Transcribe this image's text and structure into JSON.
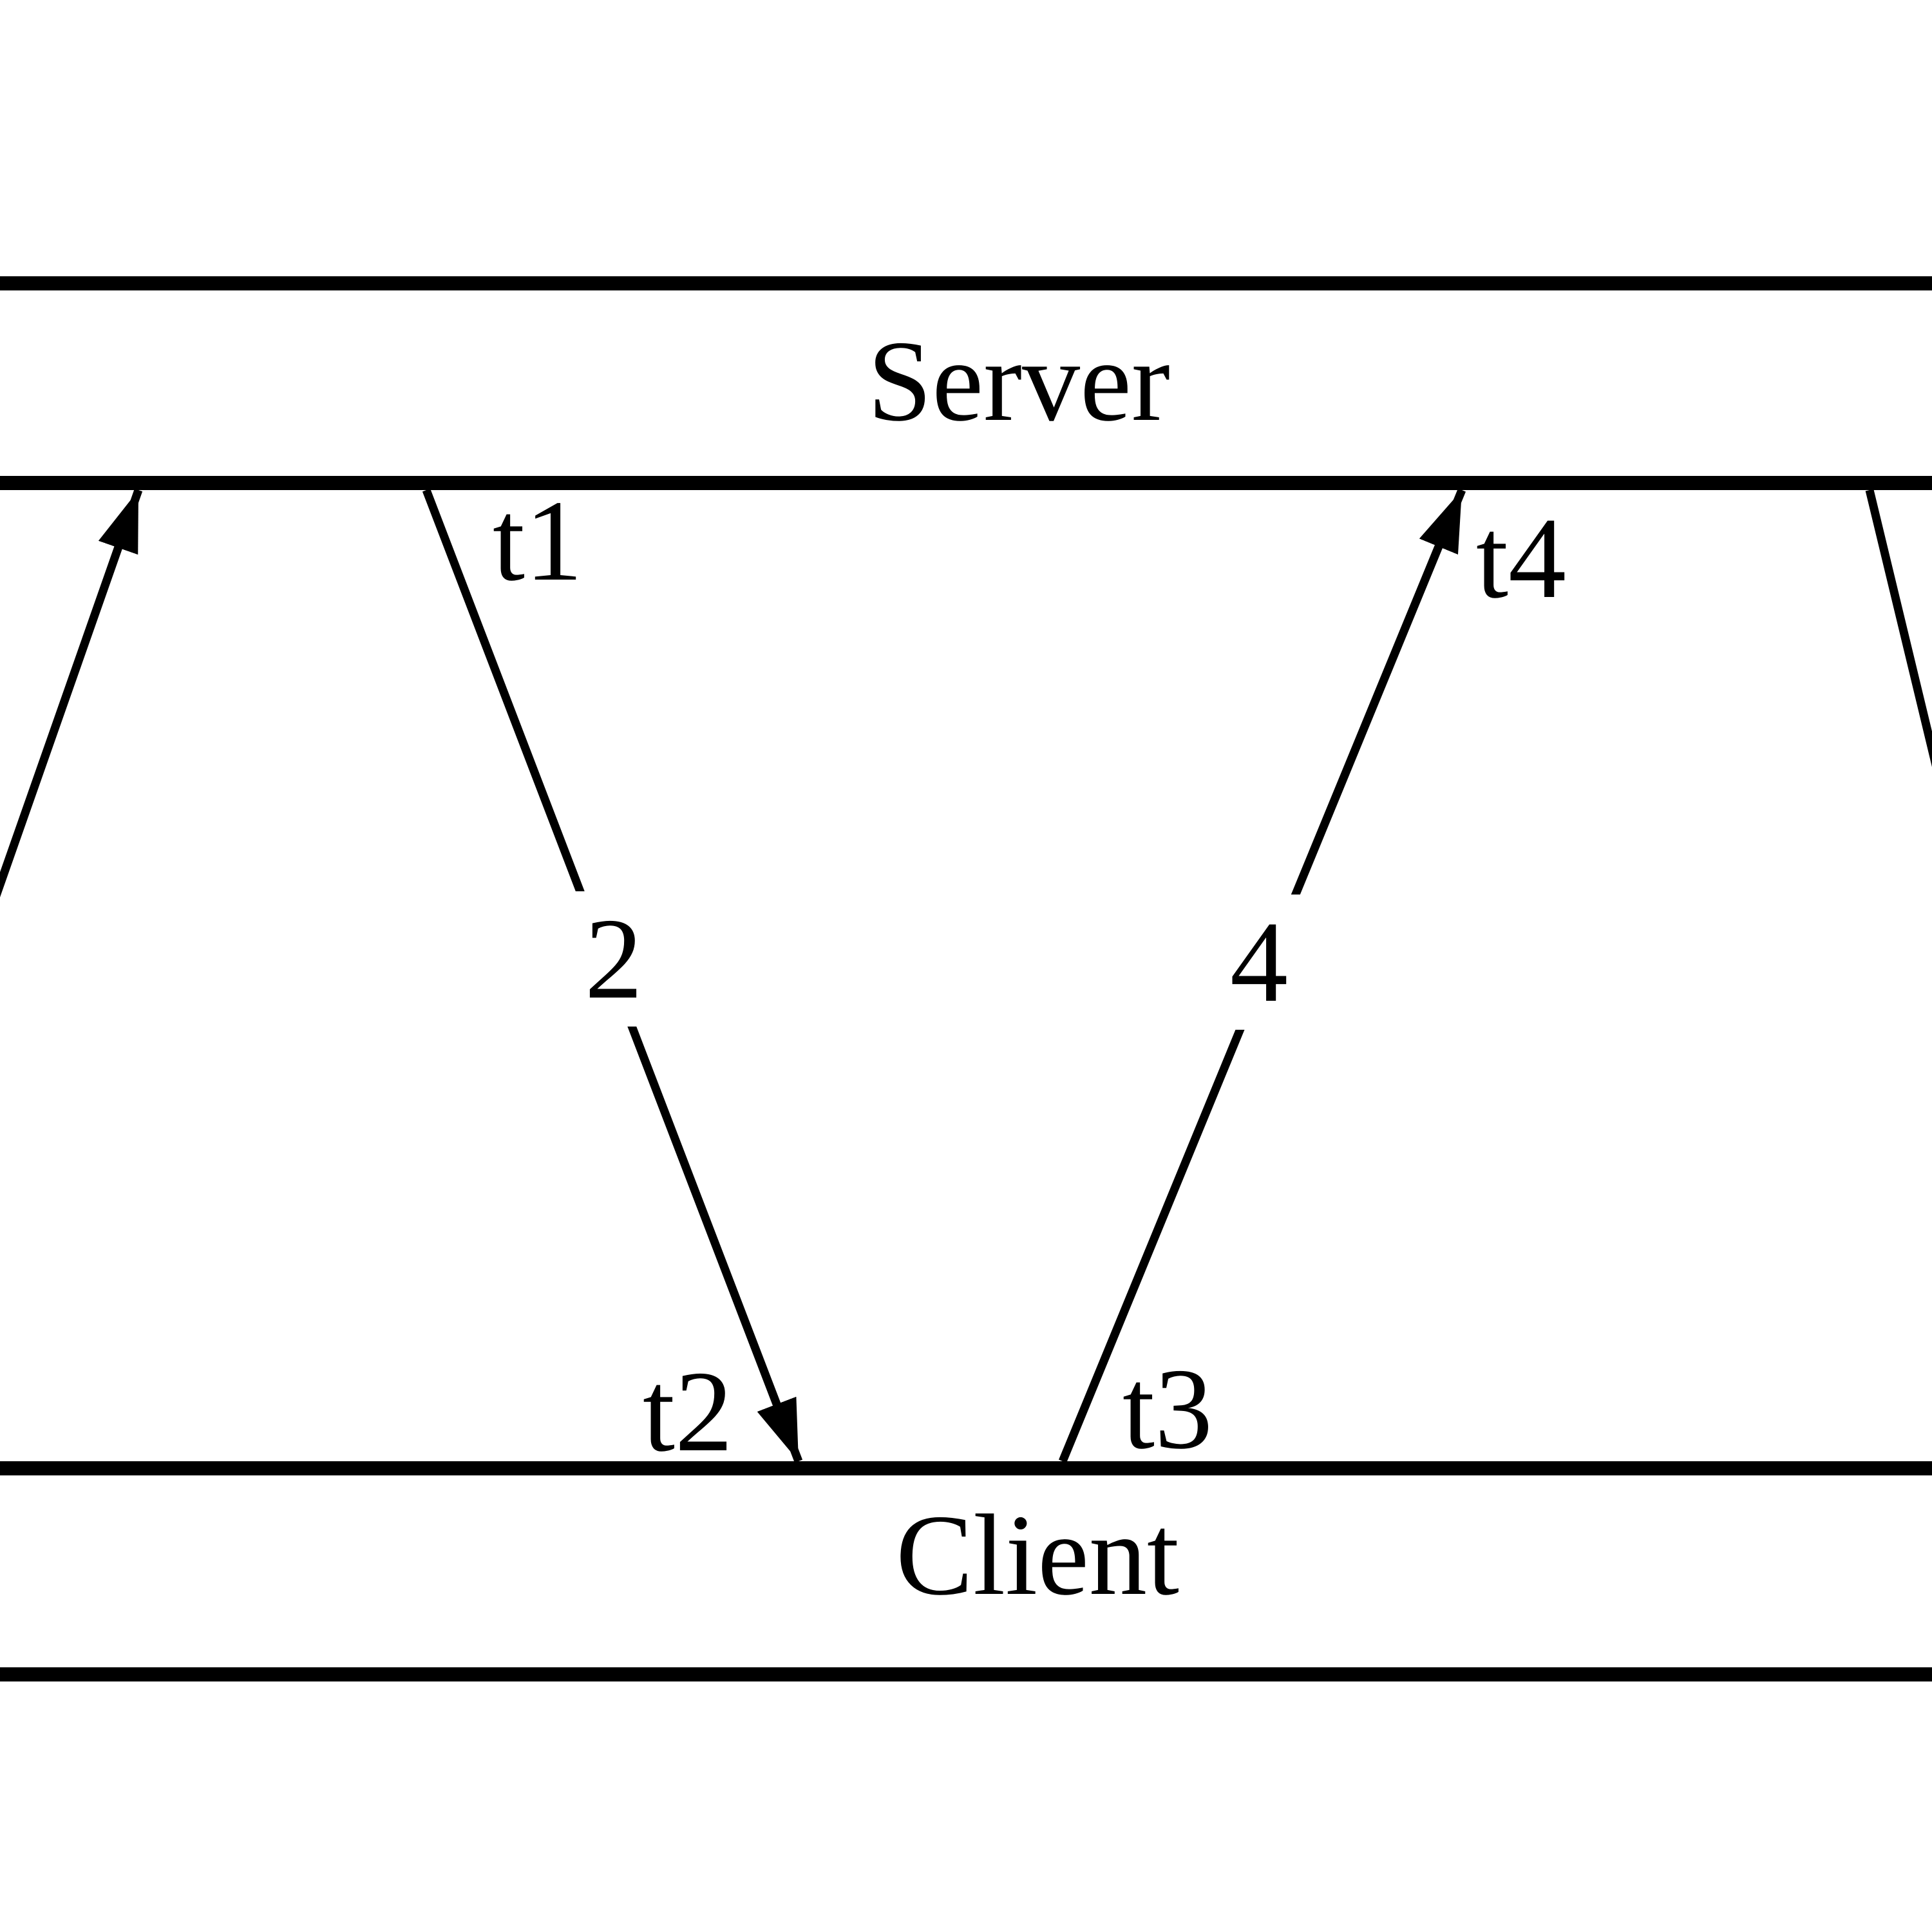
{
  "lanes": {
    "server": {
      "label": "Server"
    },
    "client": {
      "label": "Client"
    }
  },
  "messages": [
    {
      "label": "2",
      "depart_label": "t1",
      "arrive_label": "t2",
      "direction": "server-to-client"
    },
    {
      "label": "4",
      "depart_label": "t3",
      "arrive_label": "t4",
      "direction": "client-to-server"
    }
  ],
  "partial_arrows": [
    {
      "direction": "up-toward-server",
      "position": "left-edge",
      "label": ""
    },
    {
      "direction": "down-from-server",
      "position": "right-edge",
      "label": ""
    }
  ],
  "colors": {
    "ink": "#000000",
    "background": "#ffffff"
  }
}
